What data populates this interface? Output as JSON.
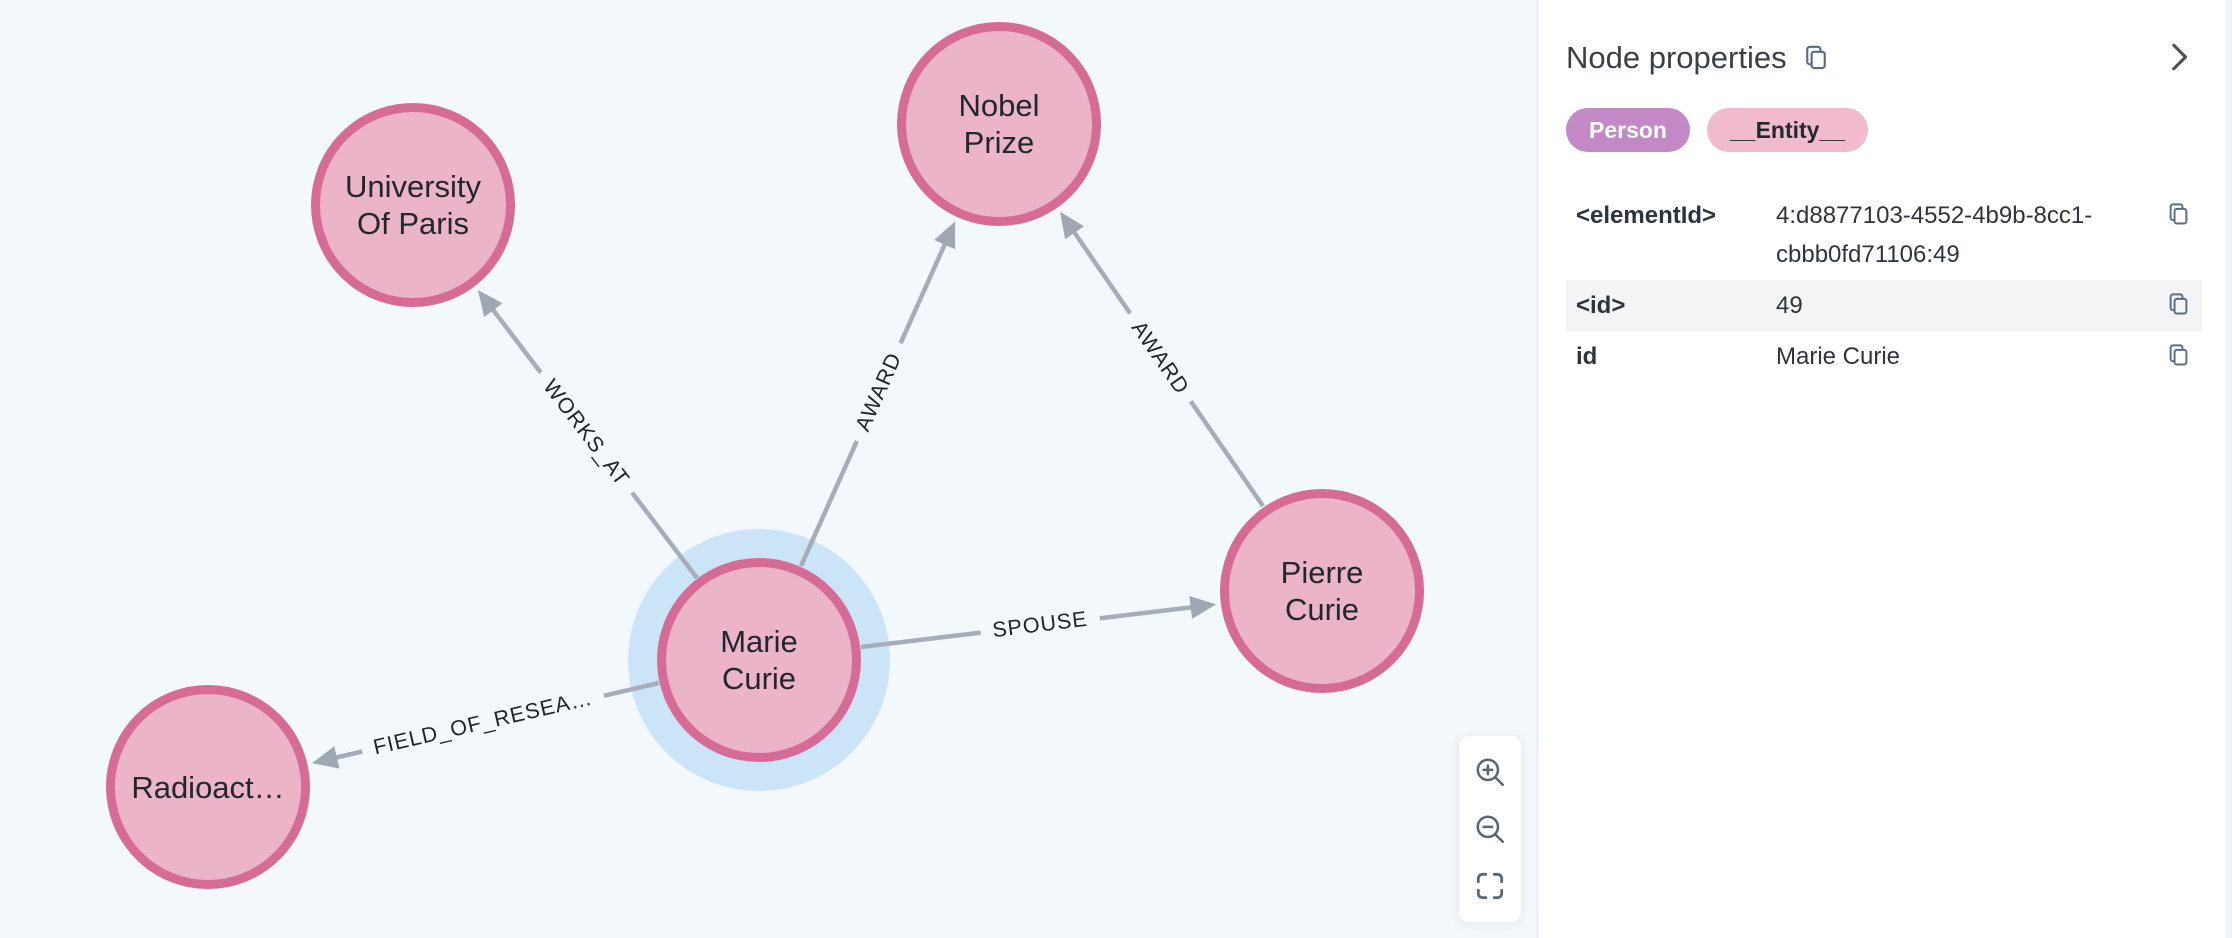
{
  "graph": {
    "nodes": [
      {
        "line1": "University",
        "line2": "Of Paris"
      },
      {
        "line1": "Nobel",
        "line2": "Prize"
      },
      {
        "line1": "Marie",
        "line2": "Curie",
        "selected": true
      },
      {
        "line1": "Pierre",
        "line2": "Curie"
      },
      {
        "line1": "Radioact…",
        "line2": ""
      }
    ],
    "relationships": [
      {
        "type": "WORKS_AT"
      },
      {
        "type": "AWARD"
      },
      {
        "type": "AWARD"
      },
      {
        "type": "SPOUSE"
      },
      {
        "type": "FIELD_OF_RESEA…"
      }
    ],
    "colors": {
      "canvas_bg": "#f3f8fc",
      "node_fill": "#ecb4c8",
      "node_border": "#d66b95",
      "selection_halo": "#cbe4f8",
      "edge_line": "#a6adb8",
      "edge_arrow": "#9fa7b3"
    }
  },
  "zoom_controls": {
    "icons": [
      "zoom-in-icon",
      "zoom-out-icon",
      "fit-to-screen-icon"
    ]
  },
  "panel": {
    "title": "Node properties",
    "icons": {
      "header": "copy-icon",
      "collapse": "chevron-right-icon",
      "row": "copy-icon"
    },
    "node_labels": [
      {
        "text": "Person",
        "bg": "#c289c6",
        "color": "#ffffff"
      },
      {
        "text": "__Entity__",
        "bg": "#f1bace",
        "color": "#23282f"
      }
    ],
    "properties": [
      {
        "key": "<elementId>",
        "value": "4:d8877103-4552-4b9b-8cc1-cbbb0fd71106:49"
      },
      {
        "key": "<id>",
        "value": "49"
      },
      {
        "key": "id",
        "value": "Marie Curie"
      }
    ]
  }
}
